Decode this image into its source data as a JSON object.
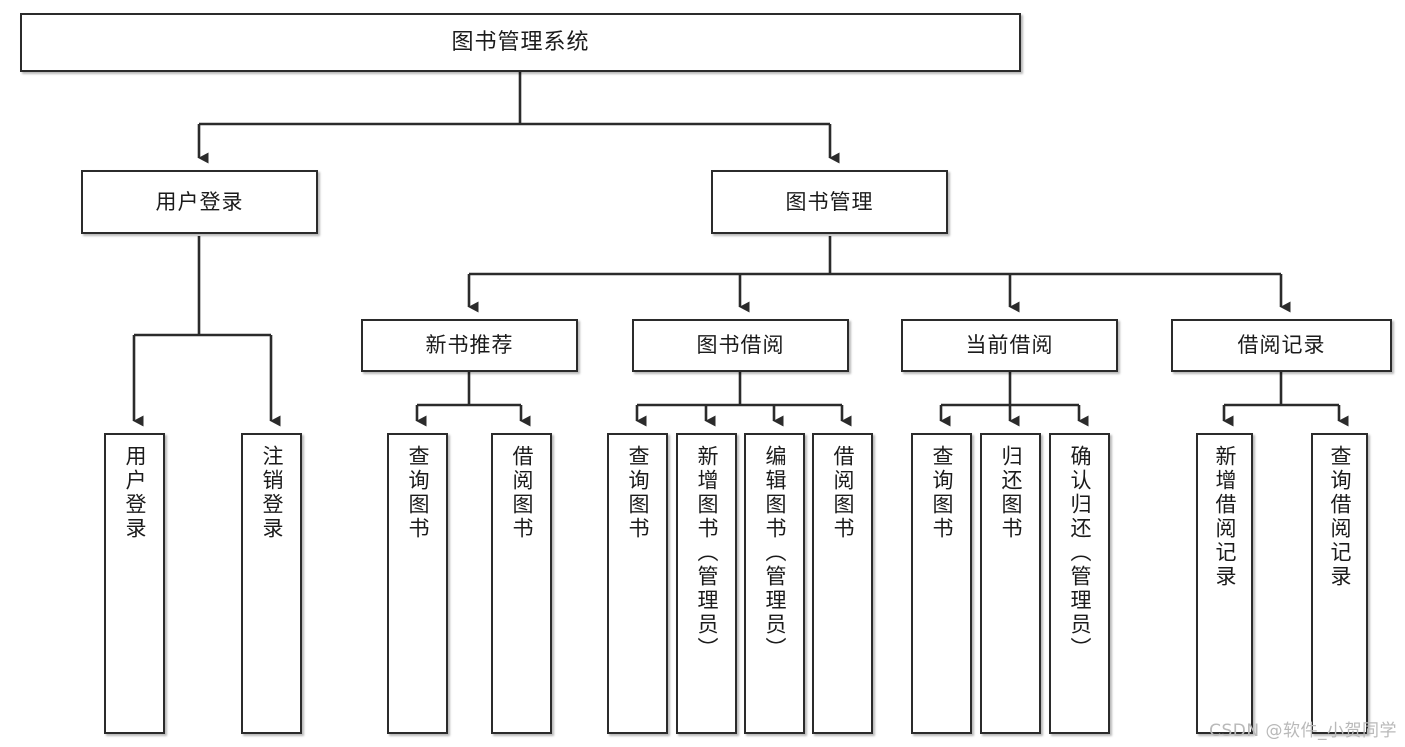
{
  "diagram": {
    "type": "tree-hierarchy",
    "title": "图书管理系统",
    "watermark": "CSDN @软件_小贺同学",
    "colors": {
      "border": "#2b2b2b",
      "background": "#ffffff",
      "text": "#1b1b1b",
      "watermark": "#b9b9b9"
    },
    "nodes": {
      "root": {
        "label": "图书管理系统"
      },
      "level2": [
        {
          "label": "用户登录"
        },
        {
          "label": "图书管理"
        }
      ],
      "level3": [
        {
          "label": "新书推荐"
        },
        {
          "label": "图书借阅"
        },
        {
          "label": "当前借阅"
        },
        {
          "label": "借阅记录"
        }
      ],
      "leaves_user_login": [
        {
          "label": "用户登录"
        },
        {
          "label": "注销登录"
        }
      ],
      "leaves_new_book": [
        {
          "label": "查询图书"
        },
        {
          "label": "借阅图书"
        }
      ],
      "leaves_borrow": [
        {
          "label": "查询图书"
        },
        {
          "label": "新增图书（管理员）"
        },
        {
          "label": "编辑图书（管理员）"
        },
        {
          "label": "借阅图书"
        }
      ],
      "leaves_current": [
        {
          "label": "查询图书"
        },
        {
          "label": "归还图书"
        },
        {
          "label": "确认归还（管理员）"
        }
      ],
      "leaves_records": [
        {
          "label": "新增借阅记录"
        },
        {
          "label": "查询借阅记录"
        }
      ]
    }
  }
}
